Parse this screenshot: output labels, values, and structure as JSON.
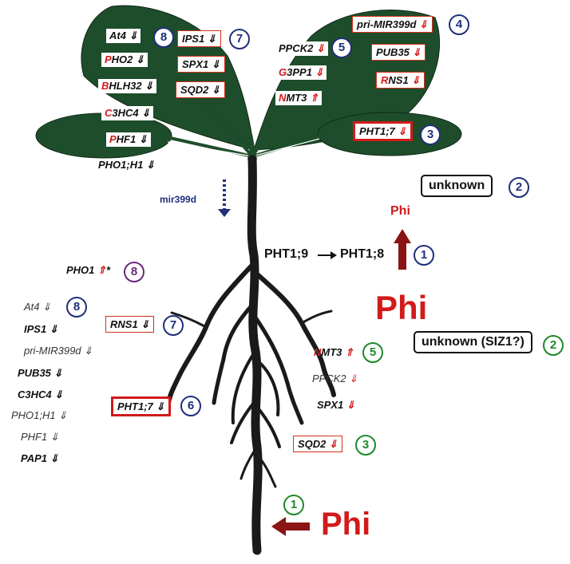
{
  "colors": {
    "leaf": "#1e4d2b",
    "root": "#1a1a1a",
    "red": "#d21a1a",
    "navy": "#1f2f7a",
    "green": "#1d8a2a",
    "purple": "#6b2a7a",
    "arrow_dark_red": "#8b1414"
  },
  "shoot": {
    "leaf_left_top": {
      "labels": [
        {
          "first": "",
          "rest": "At4",
          "arrow": "⇓",
          "color": "black"
        },
        {
          "first": "P",
          "rest": "HO2",
          "arrow": "⇓",
          "color": "black"
        },
        {
          "first": "B",
          "rest": "HLH32",
          "arrow": "⇓",
          "color": "black"
        },
        {
          "first": "C",
          "rest": "3HC4",
          "arrow": "⇓",
          "color": "black"
        }
      ],
      "boxes": [
        {
          "text": "IPS1",
          "arrow": "⇓"
        },
        {
          "text": "SPX1",
          "arrow": "⇓"
        },
        {
          "text": "SQD2",
          "arrow": "⇓"
        }
      ],
      "badge_8": "8",
      "badge_7": "7"
    },
    "leaf_left_small": {
      "first": "P",
      "rest": "HF1",
      "arrow": "⇓"
    },
    "pho1h1": {
      "text": "PHO1;H1",
      "arrow": "⇓"
    },
    "leaf_right_top": {
      "labels": [
        {
          "first": "",
          "rest": "PPCK2",
          "arrow": "⇓"
        },
        {
          "first": "G",
          "rest": "3PP1",
          "arrow": "⇓"
        },
        {
          "first": "N",
          "rest": "MT3",
          "arrow": "⇑"
        }
      ],
      "boxes": [
        {
          "text": "pri-MIR399d",
          "arrow": "⇓"
        },
        {
          "text": "PUB35",
          "arrow": "⇓"
        },
        {
          "first": "R",
          "text": "NS1",
          "arrow": "⇓"
        }
      ],
      "badge_5": "5",
      "badge_4": "4"
    },
    "leaf_right_small": {
      "text": "PHT1;7",
      "arrow": "⇓",
      "badge": "3"
    },
    "mir399d": "mir399d",
    "unknown": {
      "text": "unknown",
      "badge": "2"
    },
    "phi_small": "Phi",
    "transport": {
      "from": "PHT1;9",
      "to": "PHT1;8",
      "badge": "1"
    }
  },
  "root": {
    "pho1": {
      "text": "PHO1",
      "arrow": "⇑",
      "star": "*",
      "badge": "8"
    },
    "list_badge": "8",
    "list": [
      {
        "text": "At4",
        "arrow": "⇓"
      },
      {
        "text": "IPS1",
        "arrow": "⇓"
      },
      {
        "text": "pri-MIR399d",
        "arrow": "⇓"
      },
      {
        "text": "PUB35",
        "arrow": "⇓"
      },
      {
        "text": "C3HC4",
        "arrow": "⇓"
      },
      {
        "text": "PHO1;H1",
        "arrow": "⇓"
      },
      {
        "text": "PHF1",
        "arrow": "⇓"
      },
      {
        "text": "PAP1",
        "arrow": "⇓"
      }
    ],
    "rns1_box": {
      "text": "RNS1",
      "arrow": "⇓",
      "badge": "7"
    },
    "pht17_box": {
      "text": "PHT1;7",
      "arrow": "⇓",
      "badge": "6"
    },
    "phi_big": "Phi",
    "unknown_siz1": {
      "text": "unknown (SIZ1?)",
      "badge": "2"
    },
    "nmt3": {
      "first": "N",
      "rest": "MT3",
      "arrow": "⇑",
      "badge": "5"
    },
    "ppck2": {
      "text": "PPCK2",
      "arrow": "⇓"
    },
    "spx1": {
      "text": "SPX1",
      "arrow": "⇓"
    },
    "sqd2_box": {
      "text": "SQD2",
      "arrow": "⇓",
      "badge": "3"
    },
    "uptake": {
      "badge": "1",
      "phi": "Phi"
    }
  }
}
